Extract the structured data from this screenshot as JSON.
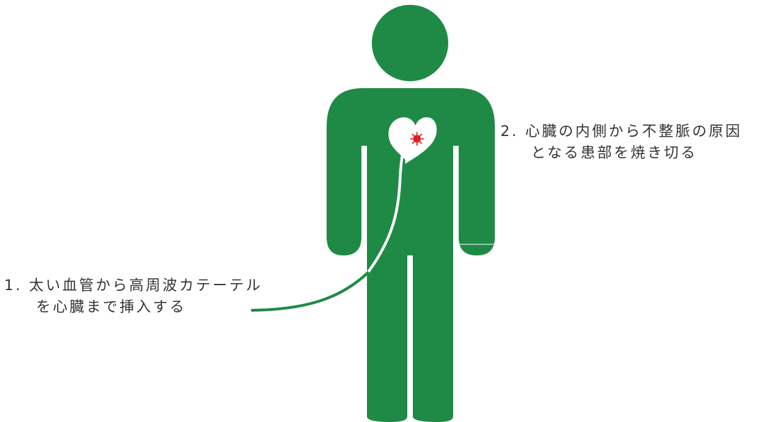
{
  "colors": {
    "figure": "#1E8A45",
    "heart": "#FFFFFF",
    "catheter": "#FFFFFF",
    "catheter_outside": "#1E8A45",
    "ablation_spot": "#E02020",
    "text": "#333333"
  },
  "captions": [
    {
      "number": "1.",
      "line1": "太い血管から高周波カテーテル",
      "line2": "を心臓まで挿入する"
    },
    {
      "number": "2.",
      "line1": "心臓の内側から不整脈の原因",
      "line2": "となる患部を焼き切る"
    }
  ],
  "icons": {
    "body": "person-silhouette-icon",
    "heart": "heart-icon",
    "catheter": "catheter-line-icon",
    "spot": "ablation-spark-icon"
  }
}
